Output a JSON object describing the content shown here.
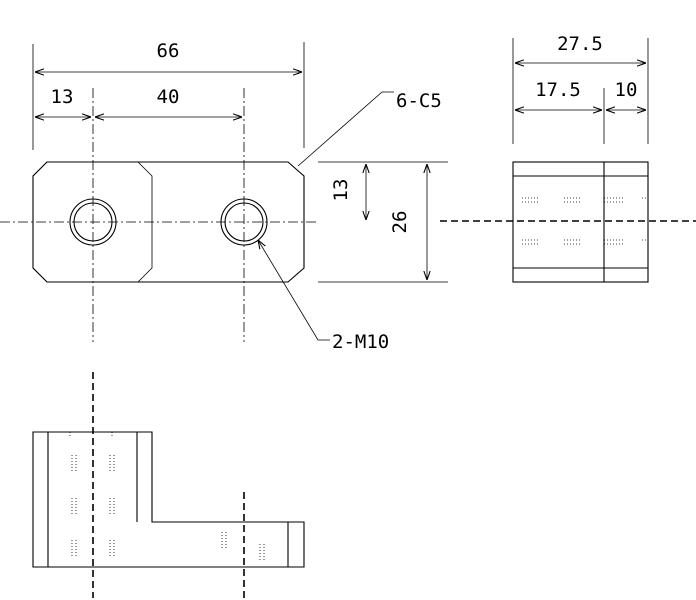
{
  "dimensions": {
    "overall_length": "66",
    "edge_to_hole": "13",
    "hole_pitch": "40",
    "chamfer_note": "6-C5",
    "hole_center_height": "13",
    "overall_width": "26",
    "thread_note": "2-M10",
    "side_total": "27.5",
    "side_part_a": "17.5",
    "side_part_b": "10"
  }
}
